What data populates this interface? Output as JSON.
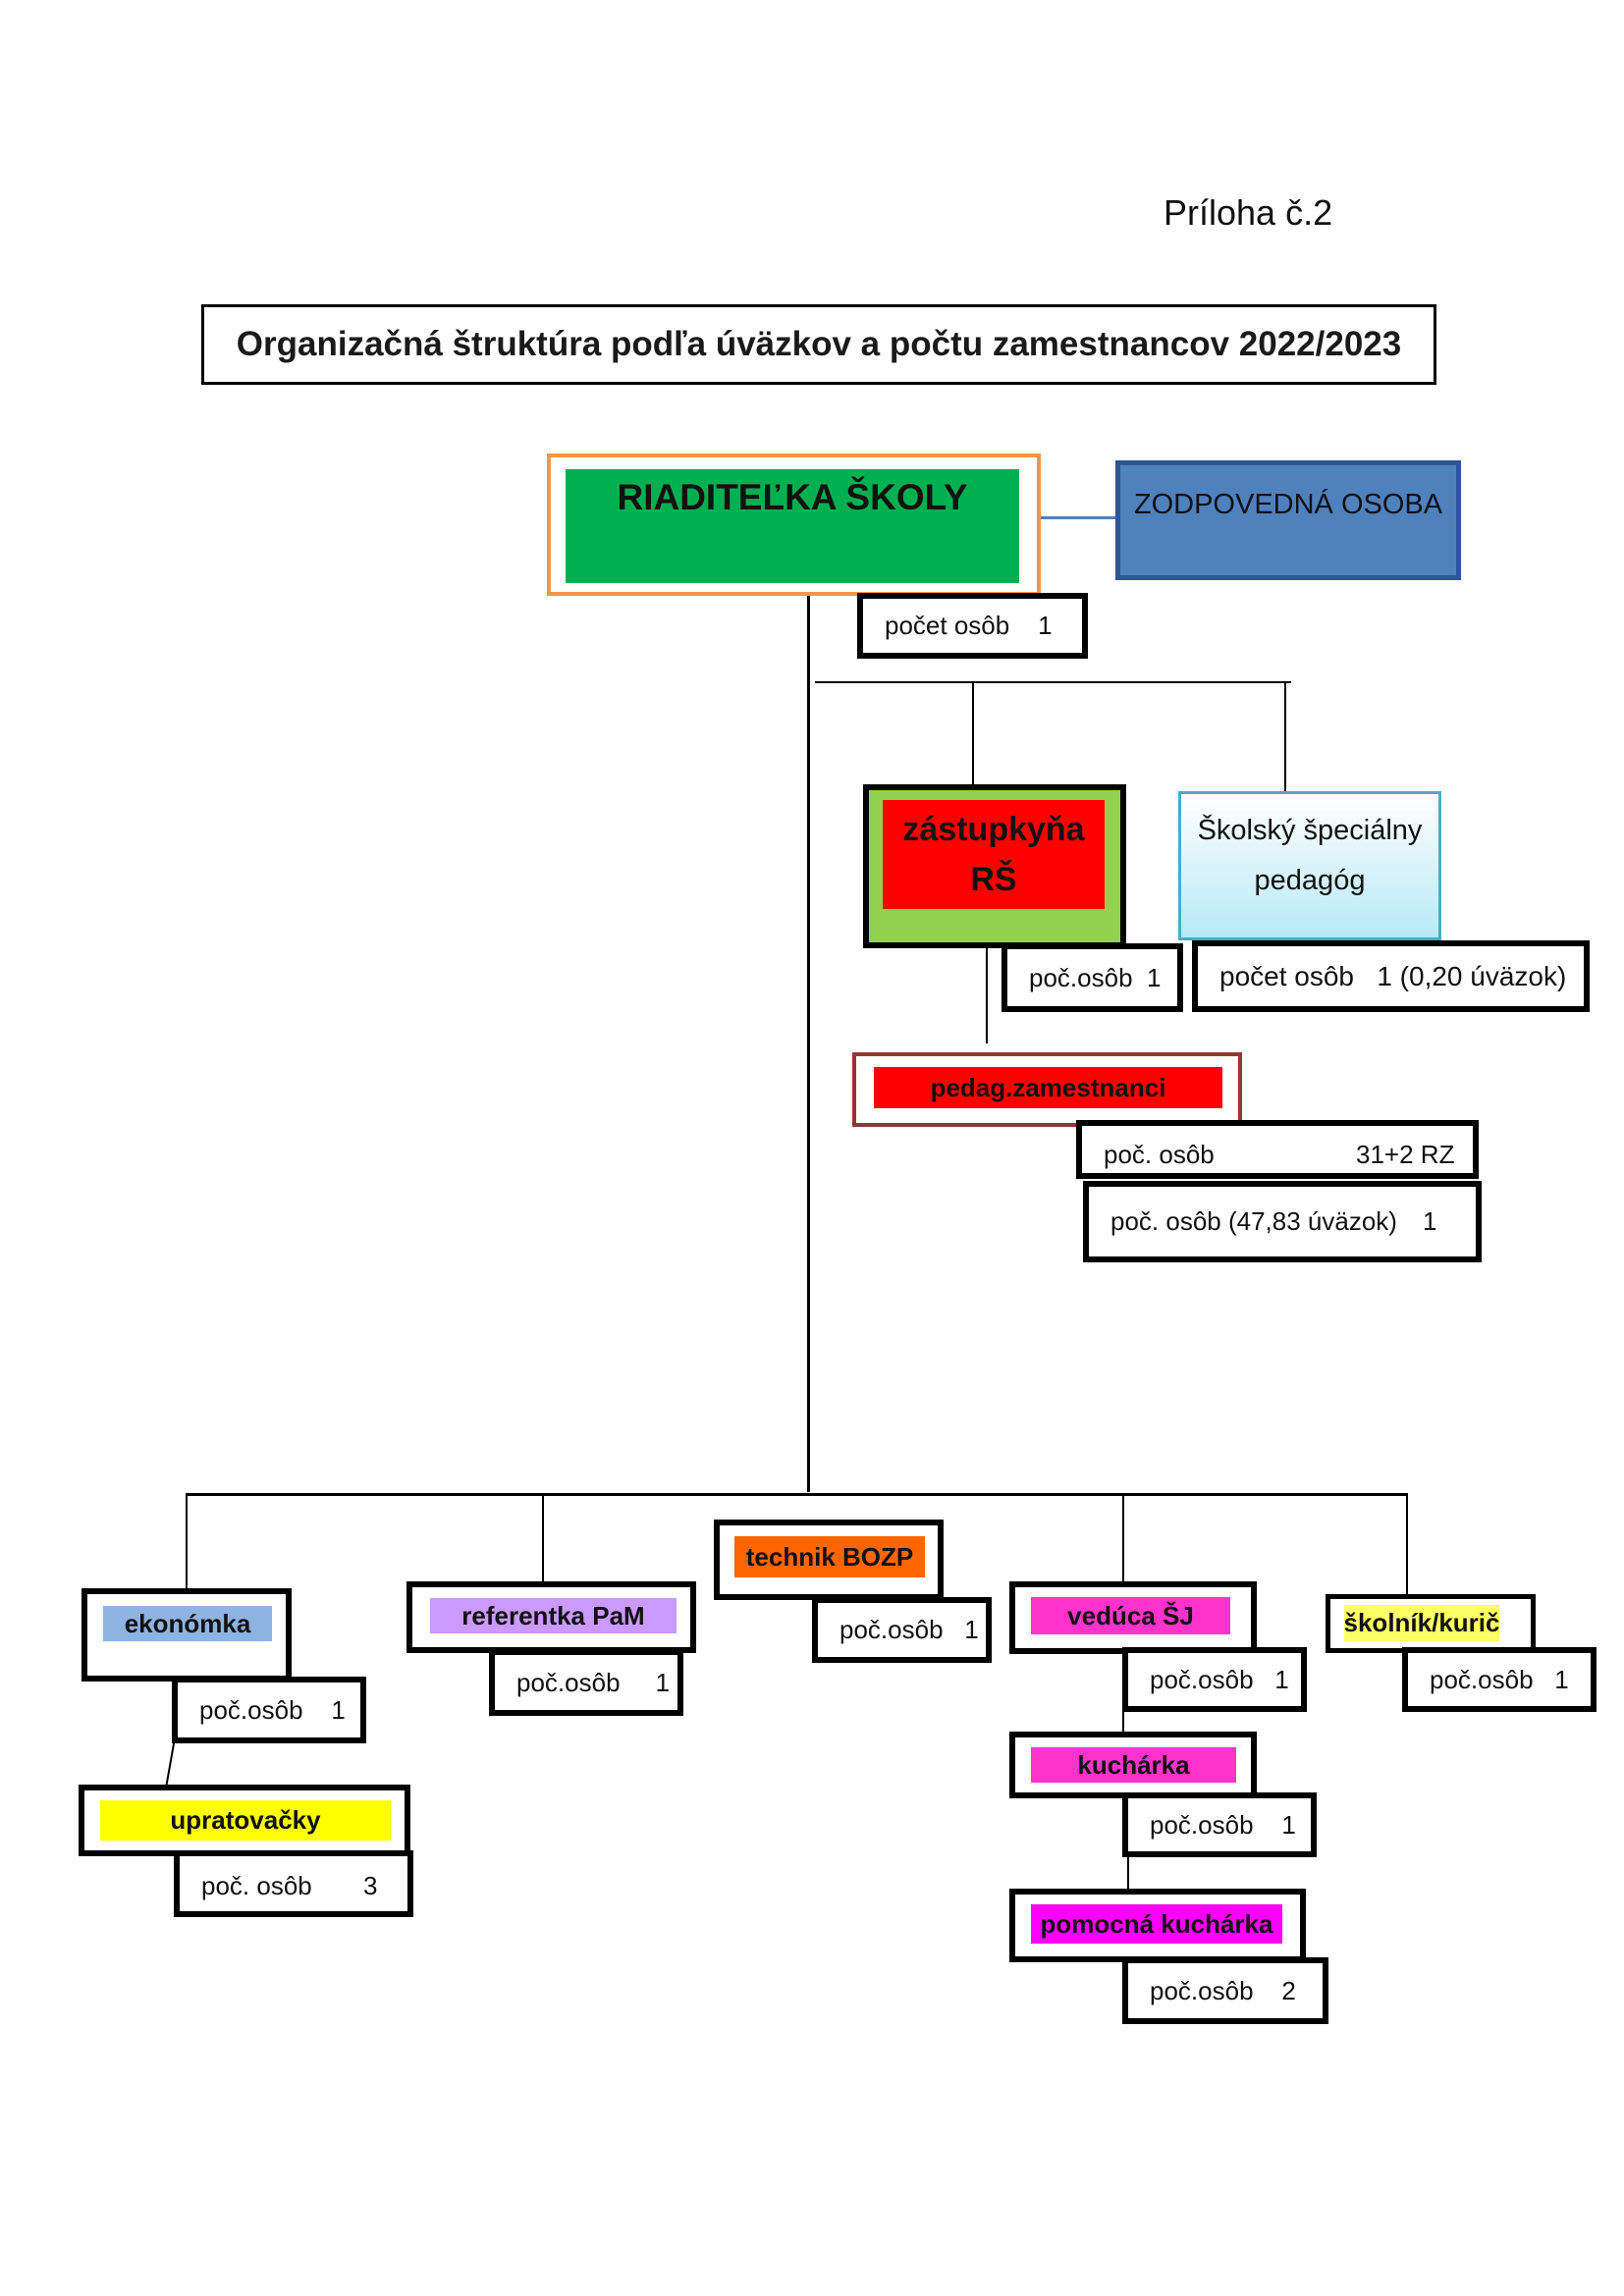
{
  "annex": "Príloha č.2",
  "title": "Organizačná štruktúra podľa úväzkov a počtu zamestnancov 2022/2023",
  "colors": {
    "director_fill": "#00b050",
    "director_border": "#f79646",
    "responsible_fill": "#4f81bd",
    "responsible_border": "#2f5597",
    "deputy_outer": "#92d050",
    "deputy_inner": "#ff0000",
    "special_top": "#ffffff",
    "special_bottom": "#b7e9f7",
    "special_border": "#4bacc6",
    "teachers_fill": "#ff0000",
    "teachers_border": "#943634",
    "economist": "#8db3e2",
    "payroll": "#cc99ff",
    "bozp": "#ff6600",
    "kitchen": "#ff33cc",
    "kitchen_helper": "#ff00ff",
    "caretaker": "#ffff66",
    "cleaners": "#ffff00"
  },
  "director": {
    "label": "RIADITEĽKA ŠKOLY",
    "count": "počet osôb    1"
  },
  "responsible": {
    "label": "ZODPOVEDNÁ OSOBA"
  },
  "deputy": {
    "label_line1": "zástupkyňa",
    "label_line2": "RŠ",
    "count": "poč.osôb  1"
  },
  "special_pedagogue": {
    "label_line1": "Školský špeciálny",
    "label_line2": "pedagóg",
    "count": "počet osôb   1 (0,20 úväzok)"
  },
  "teachers": {
    "label": "pedag.zamestnanci",
    "count_label": "poč. osôb",
    "count_value": "31+2 RZ",
    "fte_label": "poč. osôb (47,83 úväzok)",
    "fte_value": "1"
  },
  "economist": {
    "label": "ekonómka",
    "count": "poč.osôb    1"
  },
  "cleaners": {
    "label": "upratovačky",
    "count_label": "poč. osôb",
    "count_value": "3"
  },
  "payroll": {
    "label": "referentka PaM",
    "count": "poč.osôb     1"
  },
  "bozp": {
    "label": "technik BOZP",
    "count": "poč.osôb   1"
  },
  "kitchen_head": {
    "label": "vedúca ŠJ",
    "count": "poč.osôb   1"
  },
  "cook": {
    "label": "kuchárka",
    "count": "poč.osôb    1"
  },
  "kitchen_helper": {
    "label": "pomocná kuchárka",
    "count": "poč.osôb    2"
  },
  "caretaker": {
    "label": "školník/kurič",
    "count": "poč.osôb   1"
  }
}
